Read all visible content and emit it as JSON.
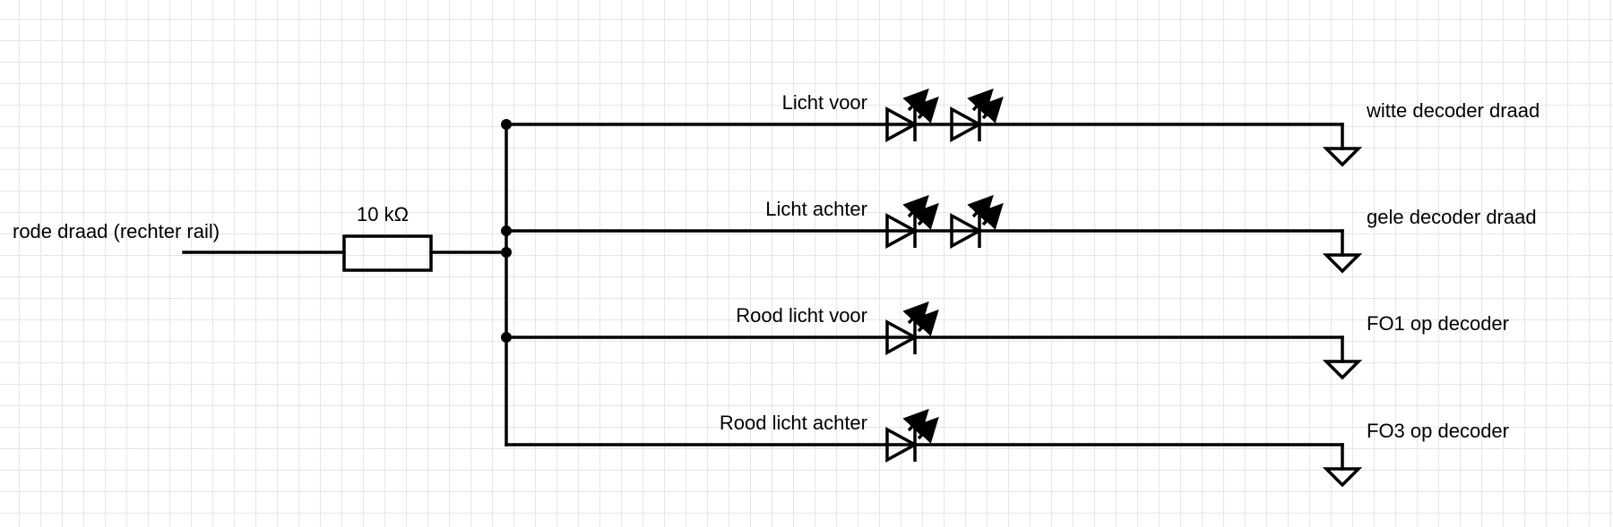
{
  "input": {
    "label": "rode draad (rechter rail)"
  },
  "resistor": {
    "label": "10 kΩ"
  },
  "branches": [
    {
      "name": "Licht voor",
      "output": "witte decoder draad",
      "leds": 2,
      "label_color": "#8a8a8a"
    },
    {
      "name": "Licht achter",
      "output": "gele decoder draad",
      "leds": 2,
      "label_color": "#000000"
    },
    {
      "name": "Rood licht voor",
      "output": "FO1 op decoder",
      "leds": 1,
      "label_color": "#000000"
    },
    {
      "name": "Rood licht achter",
      "output": "FO3 op decoder",
      "leds": 1,
      "label_color": "#000000"
    }
  ]
}
